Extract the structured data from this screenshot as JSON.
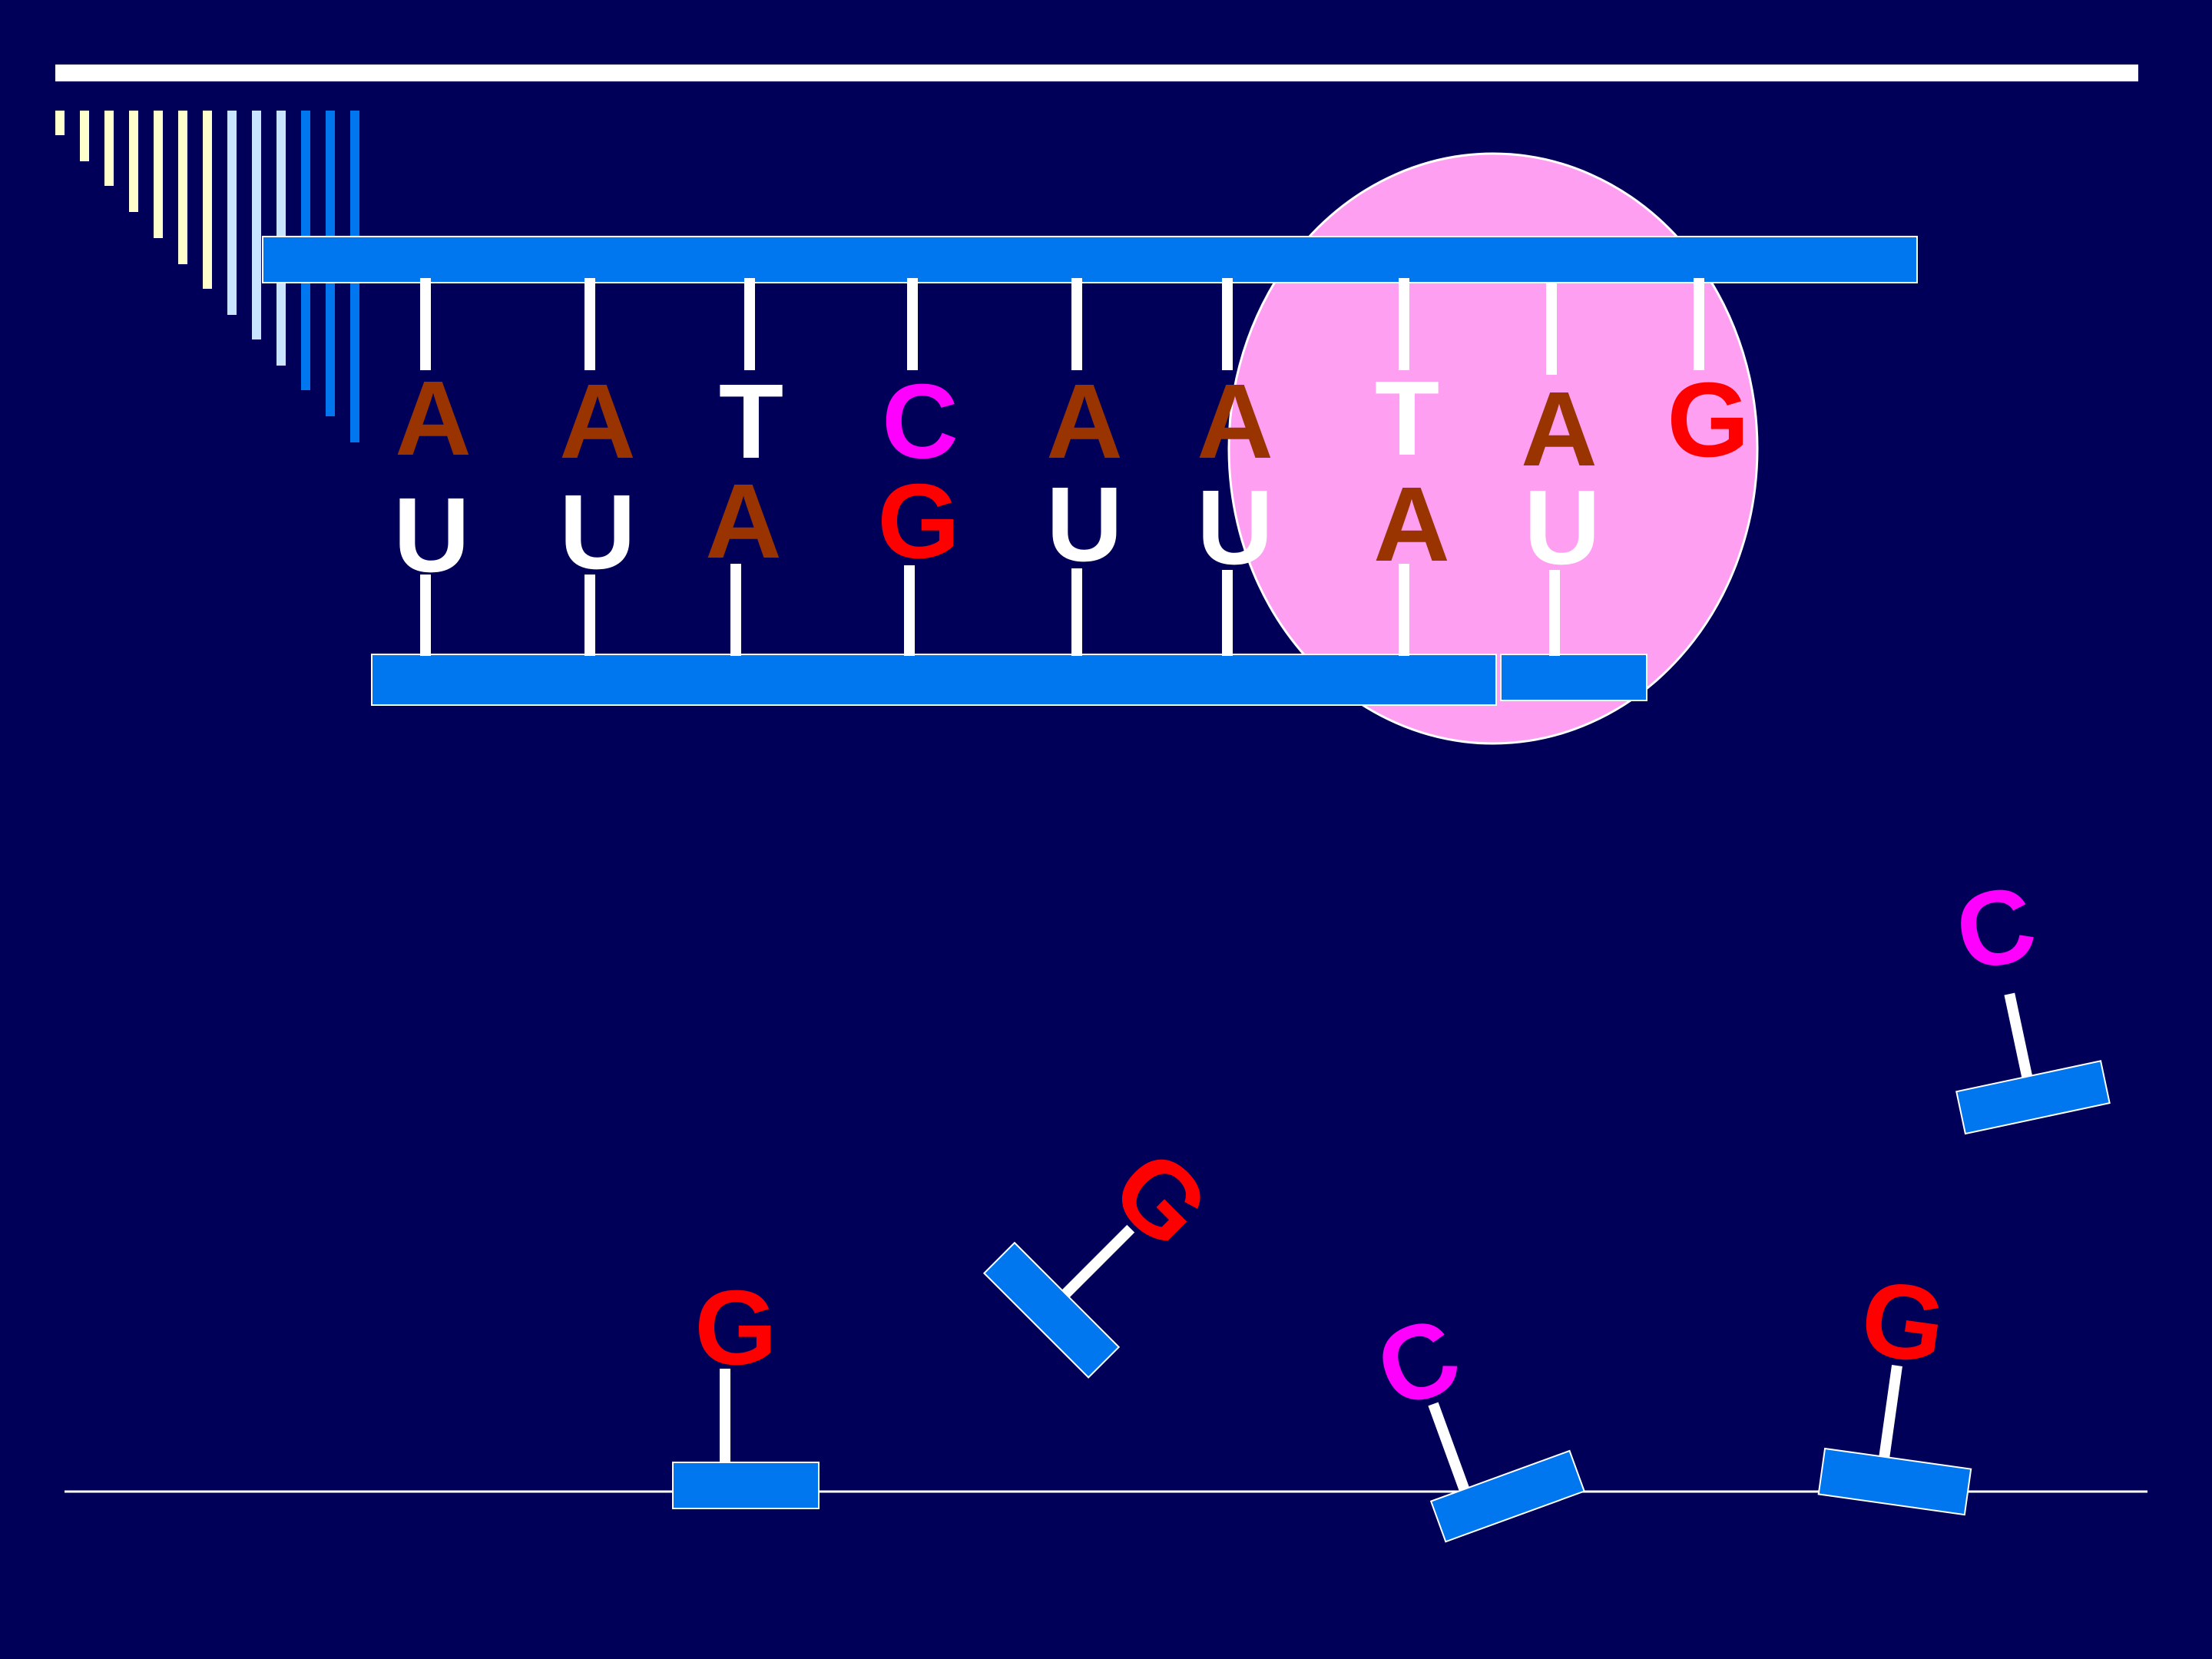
{
  "colors": {
    "background": "#000058",
    "strand": "#0077ee",
    "strand_edge": "#ffffff",
    "rung": "#ffffff",
    "polymerase": "#ff9ff2",
    "A": "#993300",
    "T": "#ffffff",
    "U": "#ffffff",
    "C": "#ff00ff",
    "G": "#ff0000",
    "decor_cream": "#ffffcc",
    "decor_lightblue": "#c8e4ff",
    "decor_blue": "#0077ee"
  },
  "dna_template": {
    "bases": [
      "A",
      "A",
      "T",
      "C",
      "A",
      "A",
      "T",
      "A",
      "G"
    ]
  },
  "rna_transcript": {
    "bases": [
      "U",
      "U",
      "A",
      "G",
      "U",
      "U",
      "A",
      "U"
    ]
  },
  "free_nucleotides": [
    {
      "base": "C"
    },
    {
      "base": "G"
    },
    {
      "base": "G"
    },
    {
      "base": "C"
    },
    {
      "base": "G"
    }
  ],
  "icons": {
    "polymerase": "rna-polymerase-ellipse",
    "corner": "gradient-bars-decoration"
  }
}
